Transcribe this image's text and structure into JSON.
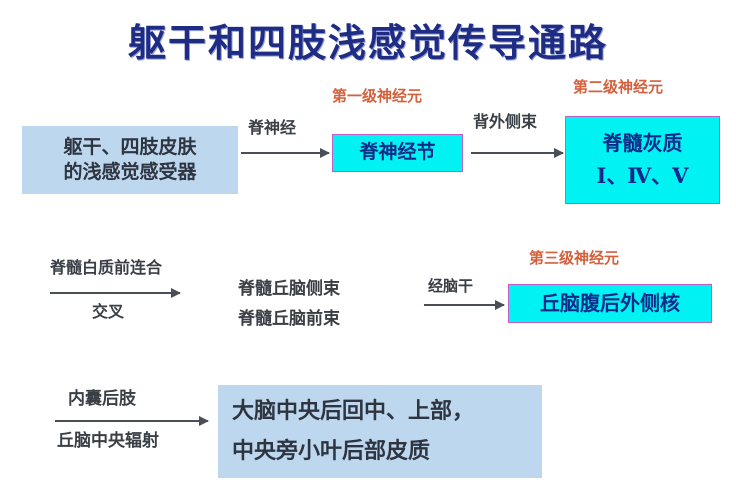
{
  "title": "躯干和四肢浅感觉传导通路",
  "colors": {
    "title_text": "#1f2c83",
    "pale_box_bg": "#bdd7ee",
    "cyan_box_bg": "#00f2f2",
    "cyan_box_border": "#c060c8",
    "accent_label": "#d4603c",
    "body_text": "#3a3f46",
    "arrow": "#4a4f57"
  },
  "neuron_labels": {
    "first": "第一级神经元",
    "second": "第二级神经元",
    "third": "第三级神经元"
  },
  "row1": {
    "receptor_box": {
      "line1": "躯干、四肢皮肤",
      "line2": "的浅感觉感受器"
    },
    "arrow1_label": "脊神经",
    "ganglion_box": "脊神经节",
    "arrow2_label": "背外侧束",
    "gray_matter_box": {
      "line1": "脊髓灰质",
      "line2": "Ⅰ、Ⅳ、Ⅴ"
    }
  },
  "row2": {
    "arrow_label_above": "脊髓白质前连合",
    "arrow_label_below": "交叉",
    "tract_line1": "脊髓丘脑侧束",
    "tract_line2": "脊髓丘脑前束",
    "arrow_label_brainstem": "经脑干",
    "thalamus_box": "丘脑腹后外侧核"
  },
  "row3": {
    "arrow_label_above": "内囊后肢",
    "arrow_label_below": "丘脑中央辐射",
    "cortex_box": {
      "line1": "大脑中央后回中、上部，",
      "line2": "中央旁小叶后部皮质"
    }
  }
}
